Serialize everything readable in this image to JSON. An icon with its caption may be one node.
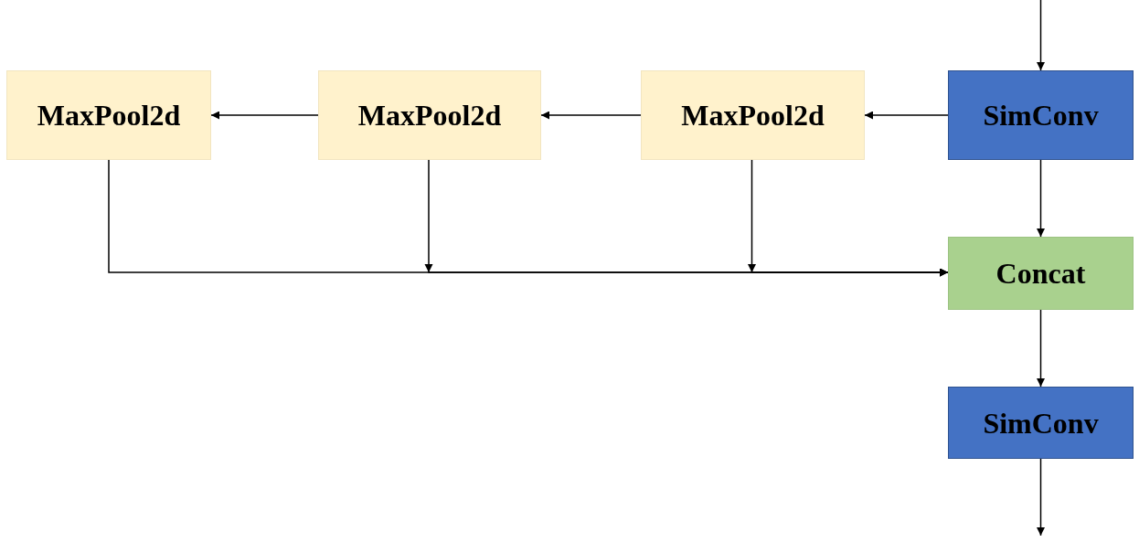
{
  "diagram": {
    "nodes": [
      {
        "text": [
          "SimConv"
        ]
      },
      {
        "text": [
          "MaxPool2d"
        ]
      },
      {
        "text": [
          "MaxPool2d"
        ]
      },
      {
        "text": [
          "MaxPool2d"
        ]
      },
      {
        "text": [
          "Concat"
        ]
      },
      {
        "text": [
          "SimConv"
        ]
      }
    ],
    "edges": [
      {
        "from": null,
        "to": 0,
        "arrow": "to"
      },
      {
        "from": 0,
        "to": 1,
        "arrow": "to"
      },
      {
        "from": 1,
        "to": 2,
        "arrow": "to"
      },
      {
        "from": 2,
        "to": 3,
        "arrow": "to"
      },
      {
        "from": 0,
        "to": 4,
        "arrow": "to"
      },
      {
        "from": 1,
        "to": 4,
        "arrow": "to"
      },
      {
        "from": 2,
        "to": 4,
        "arrow": "to"
      },
      {
        "from": 3,
        "to": 4,
        "arrow": "to"
      },
      {
        "from": 4,
        "to": 5,
        "arrow": "to"
      },
      {
        "from": 5,
        "to": null,
        "arrow": "to"
      }
    ]
  }
}
